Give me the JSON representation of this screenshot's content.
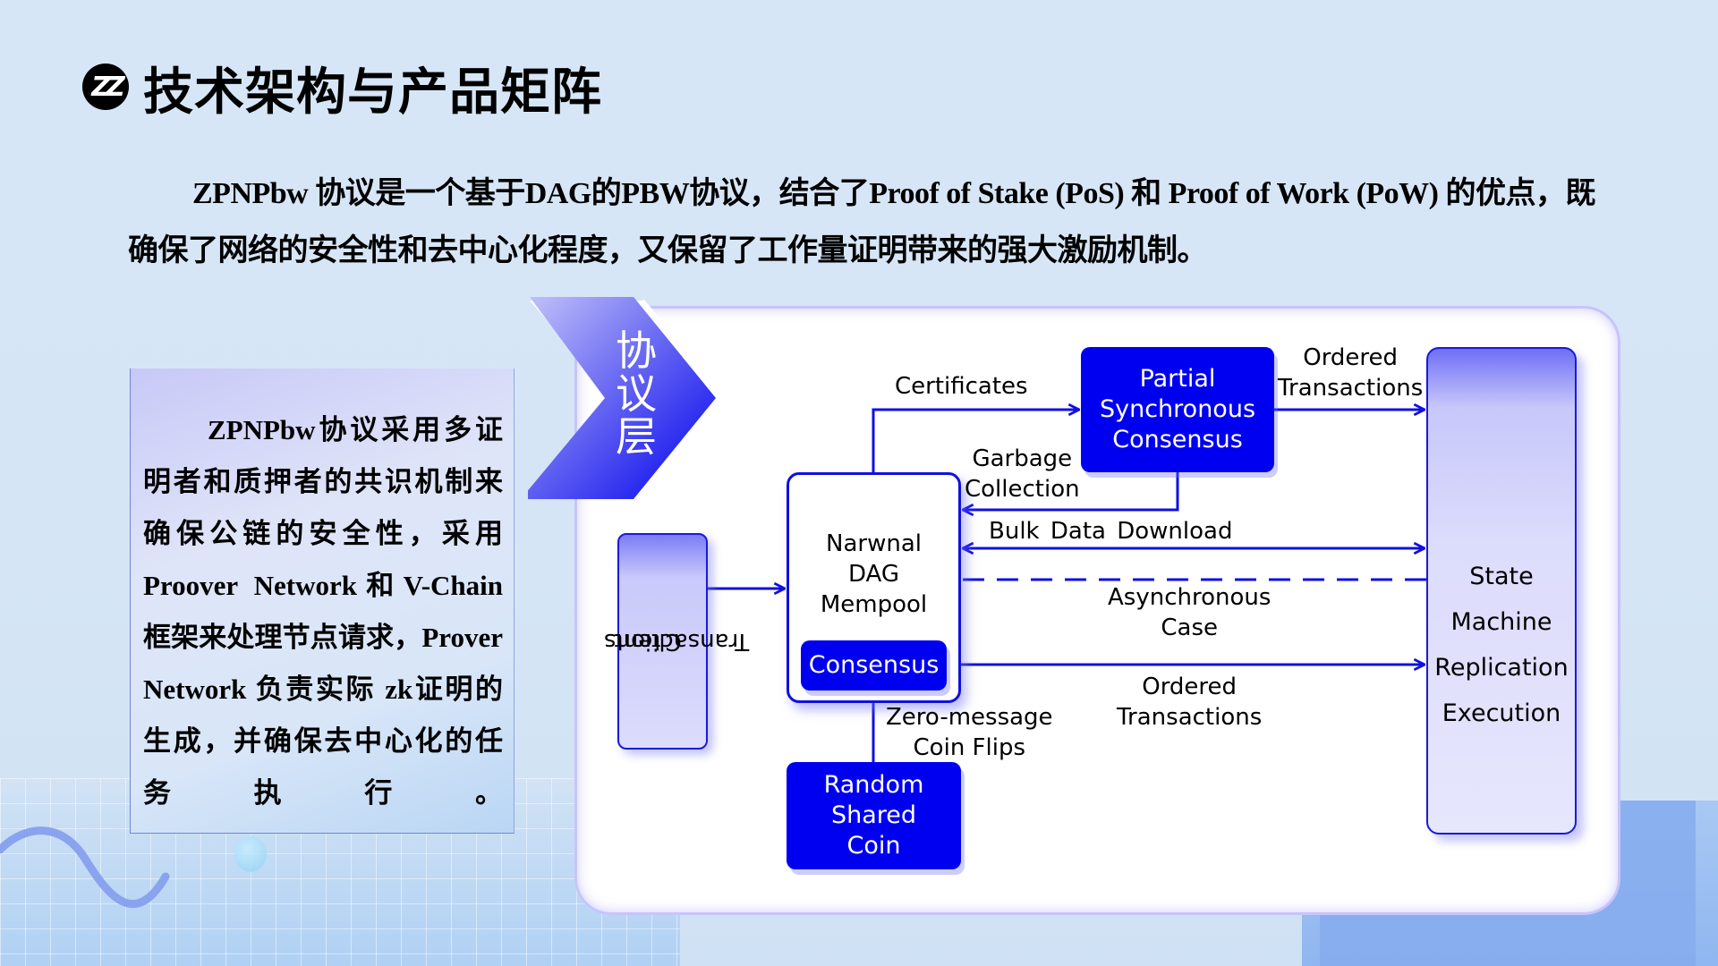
{
  "header": {
    "logo_icon": "zz-logo-icon",
    "logo_text": "ZZ",
    "title": "技术架构与产品矩阵"
  },
  "intro": "ZPNPbw 协议是一个基于DAG的PBW协议，结合了Proof of Stake (PoS) 和 Proof of Work (PoW) 的优点，既确保了网络的安全性和去中心化程度，又保留了工作量证明带来的强大激励机制。",
  "side_text": "ZPNPbw协议采用多证明者和质押者的共识机制来确保公链的安全性，采用Proover Network和V-Chain框架来处理节点请求，Prover Network 负责实际 zk证明的生成，并确保去中心化的任务执行。",
  "diagram": {
    "section_label": [
      "协",
      "议",
      "层"
    ],
    "nodes": {
      "client": [
        "Client",
        "Transactions"
      ],
      "mempool": [
        "Narwnal",
        "DAG",
        "Mempool"
      ],
      "consensus": "Consensus",
      "partial": [
        "Partial",
        "Synchronous",
        "Consensus"
      ],
      "random": [
        "Random",
        "Shared",
        "Coin"
      ],
      "state": [
        "State",
        "Machine",
        "Replication",
        "Execution"
      ]
    },
    "edges": {
      "certificates": "Certificates",
      "ordered_top": [
        "Ordered",
        "Transactions"
      ],
      "garbage": [
        "Garbage",
        "Collection"
      ],
      "bulk": "Bulk Data Download",
      "async": [
        "Asynchronous",
        "Case"
      ],
      "ordered_bottom": [
        "Ordered",
        "Transactions"
      ],
      "coin_flips": [
        "Zero-message",
        "Coin Flips"
      ]
    },
    "colors": {
      "primary_blue": "#0000f0",
      "line_blue": "#1010e0"
    }
  }
}
